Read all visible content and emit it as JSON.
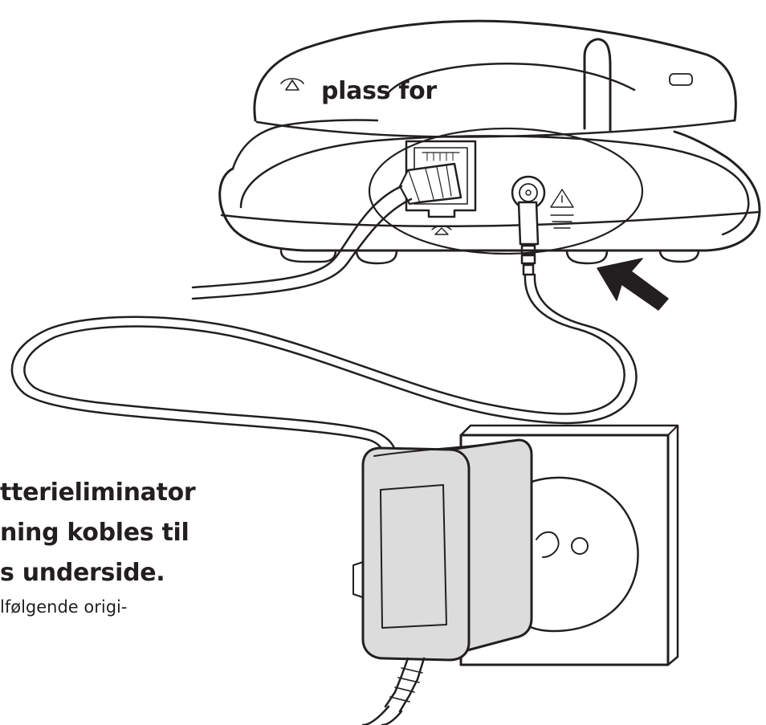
{
  "text": {
    "heading_fragment": "plass for",
    "line1": "tterieliminator",
    "line2": "ning kobles til",
    "line3": "s underside.",
    "body_fragment": "lfølgende origi-"
  },
  "colors": {
    "ink": "#231f20",
    "paper": "#ffffff",
    "adapter_fill": "#dcdcdc"
  },
  "icons": {
    "phone_line_symbol": "phone-line-icon",
    "warning_symbol": "warning-triangle-icon",
    "pointer_arrow": "black-arrow-icon"
  }
}
